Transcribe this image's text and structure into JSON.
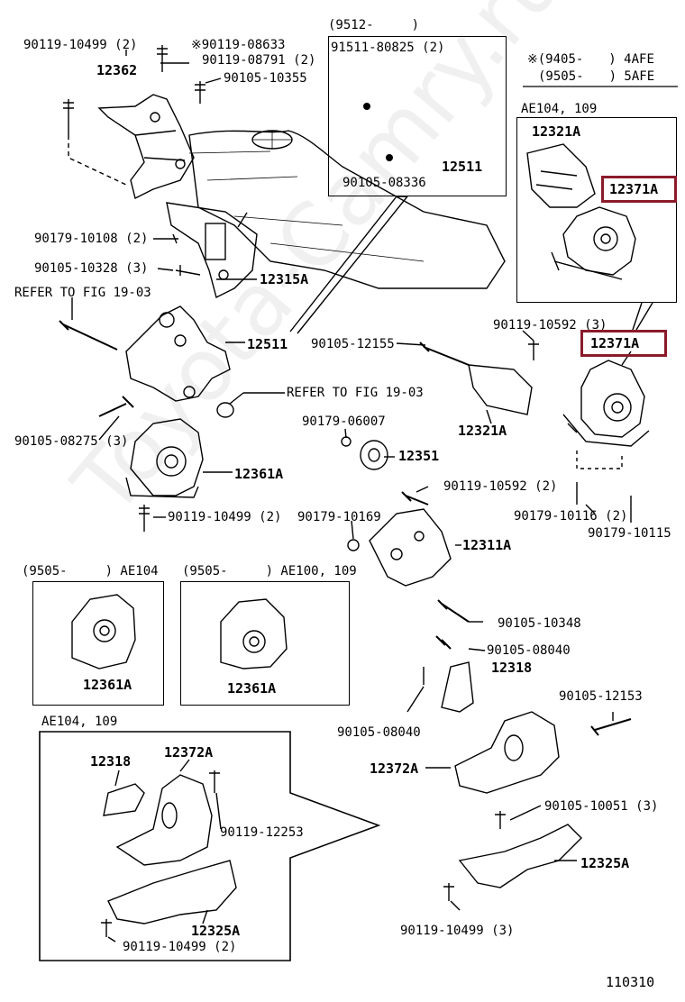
{
  "diagram_number": "110310",
  "watermark": "Toyota-Camry.ru",
  "note_block": {
    "line1": "※(9405-　　) 4AFE",
    "line2": "(9505-　　) 5AFE"
  },
  "insets": {
    "top_center_title": "(9512-　　　)",
    "top_right_title": "AE104, 109",
    "mid_left_title": "(9505-　　　) AE104",
    "mid_center_title": "(9505-　　　) AE100, 109",
    "bottom_left_title": "AE104, 109"
  },
  "labels": {
    "p90119_10499_2_top": "90119-10499 (2)",
    "p12362": "12362",
    "p90119_08633": "※90119-08633",
    "p90119_08791": "90119-08791 (2)",
    "p90105_10355": "90105-10355",
    "p91511_80825": "91511-80825 (2)",
    "p12511_inset": "12511",
    "p90105_08336": "90105-08336",
    "p12321a_inset": "12321A",
    "p12371a_inset": "12371A",
    "p90179_10108": "90179-10108 (2)",
    "p90105_10328": "90105-10328 (3)",
    "p12315a": "12315A",
    "refer1": "REFER TO FIG 19-03",
    "p12511": "12511",
    "p90105_12155": "90105-12155",
    "p90119_10592_3": "90119-10592 (3)",
    "p12371a": "12371A",
    "refer2": "REFER TO FIG 19-03",
    "p12321a": "12321A",
    "p90179_06007": "90179-06007",
    "p12351": "12351",
    "p90105_08275": "90105-08275 (3)",
    "p12361a": "12361A",
    "p90119_10592_2": "90119-10592 (2)",
    "p90119_10499_2_mid": "90119-10499 (2)",
    "p90179_10169": "90179-10169",
    "p12311a": "12311A",
    "p90179_10116": "90179-10116 (2)",
    "p90179_10115": "90179-10115",
    "p12361a_b1": "12361A",
    "p12361a_b2": "12361A",
    "p90105_10348": "90105-10348",
    "p90105_08040_a": "90105-08040",
    "p12318": "12318",
    "p90105_08040_b": "90105-08040",
    "p90105_12153": "90105-12153",
    "p12318_inset": "12318",
    "p12372a_inset": "12372A",
    "p90119_12253": "90119-12253",
    "p12372a": "12372A",
    "p90105_10051": "90105-10051 (3)",
    "p12325a": "12325A",
    "p12325a_inset": "12325A",
    "p90119_10499_2_bot": "90119-10499 (2)",
    "p90119_10499_3": "90119-10499 (3)"
  },
  "colors": {
    "highlight": "#8b1a2b",
    "ink": "#000000"
  }
}
